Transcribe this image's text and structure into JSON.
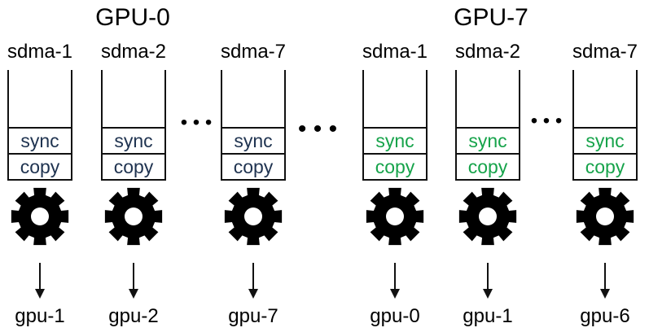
{
  "groups": [
    {
      "title": "GPU-0",
      "engines": [
        {
          "name": "sdma-1",
          "cmds": [
            "sync",
            "copy"
          ],
          "target": "gpu-1"
        },
        {
          "name": "sdma-2",
          "cmds": [
            "sync",
            "copy"
          ],
          "target": "gpu-2"
        },
        {
          "name": "sdma-7",
          "cmds": [
            "sync",
            "copy"
          ],
          "target": "gpu-7"
        }
      ]
    },
    {
      "title": "GPU-7",
      "engines": [
        {
          "name": "sdma-1",
          "cmds": [
            "sync",
            "copy"
          ],
          "target": "gpu-0"
        },
        {
          "name": "sdma-2",
          "cmds": [
            "sync",
            "copy"
          ],
          "target": "gpu-1"
        },
        {
          "name": "sdma-7",
          "cmds": [
            "sync",
            "copy"
          ],
          "target": "gpu-6"
        }
      ]
    }
  ],
  "ellipsis": "• • •",
  "colors": {
    "gpu0_command_text": "#1f3350",
    "gpu7_command_text": "#16a34a",
    "stroke": "#111111",
    "gear": "#000000"
  },
  "icons": {
    "engine": "gear-icon",
    "flow": "arrow-down-icon"
  }
}
